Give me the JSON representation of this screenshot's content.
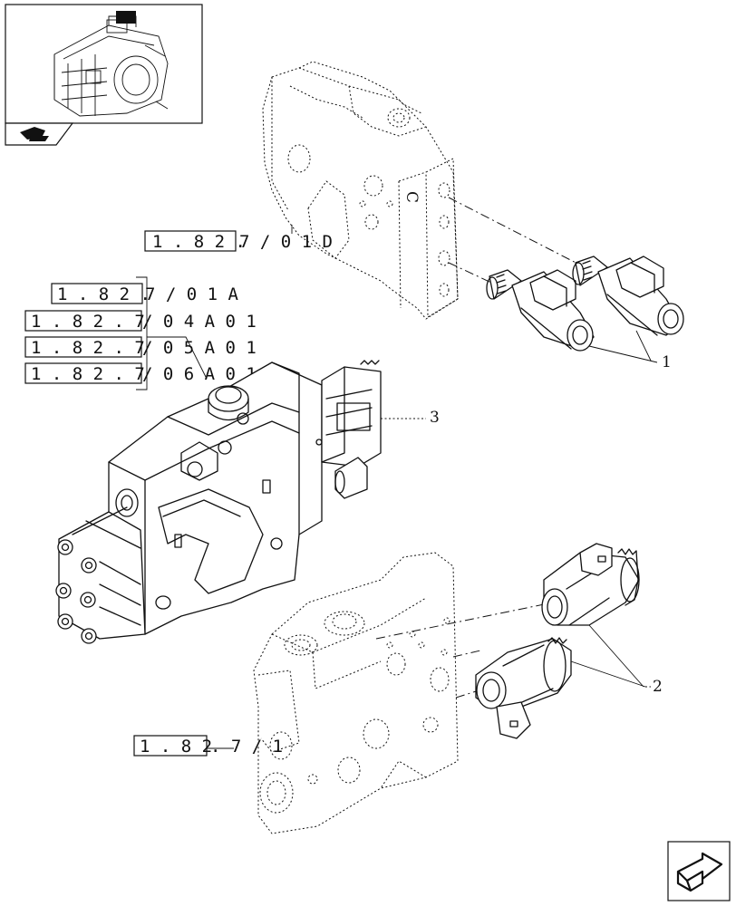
{
  "references": {
    "ref_top": {
      "boxed": "1 . 8 2 .",
      "rest": "7 / 0 1 D"
    },
    "ref_a": {
      "boxed": "1 . 8 2 .",
      "rest": "7 / 0 1 A"
    },
    "ref_b": {
      "boxed": "1 . 8 2 . 7",
      "rest": "/ 0 4 A   0 1"
    },
    "ref_c": {
      "boxed": "1 . 8 2 . 7",
      "rest": "/ 0 5 A   0 1"
    },
    "ref_d": {
      "boxed": "1 . 8 2 . 7",
      "rest": "/ 0 6 A   0 1"
    },
    "ref_bottom": {
      "boxed": "1 . 8 2",
      "rest": ". 7 / 1"
    }
  },
  "callouts": {
    "item_1": "1",
    "item_2": "2",
    "item_3": "3"
  },
  "icons": {
    "thumbnail": "tractor-rear-axle-thumbnail-icon",
    "thumbnail_badge": "book-arrow-icon",
    "navigation": "next-page-arrow-icon"
  }
}
